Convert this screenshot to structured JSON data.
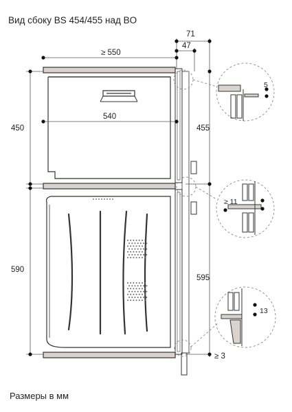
{
  "title": "Вид сбоку BS 454/455 над BO",
  "footnote": "Размеры в мм",
  "dimensions": {
    "niche_depth": "≥ 550",
    "inner_depth": "540",
    "top_device_height": "450",
    "bottom_device_height": "590",
    "front_offset_71": "71",
    "front_offset_47": "47",
    "front_height_455": "455",
    "front_height_595": "595",
    "gap_bottom": "≥ 3",
    "detail_top": "5",
    "detail_middle": "≥ 11",
    "detail_bottom": "13"
  },
  "colors": {
    "line": "#333333",
    "dim_line": "#555555",
    "dot": "#111111",
    "shelf_fill": "#d9d3cf",
    "accent_dashed": "#888888"
  }
}
